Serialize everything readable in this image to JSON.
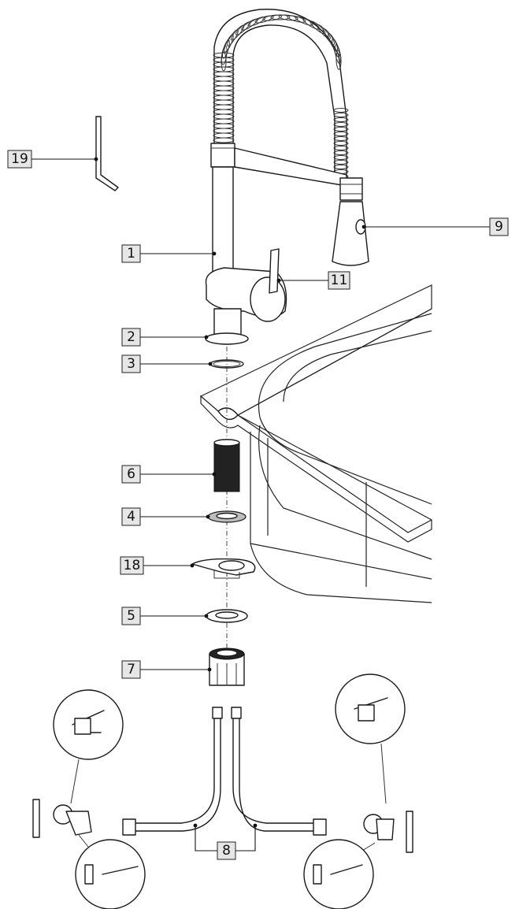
{
  "diagram": {
    "callouts": [
      {
        "id": "19",
        "label": "19"
      },
      {
        "id": "1",
        "label": "1"
      },
      {
        "id": "11",
        "label": "11"
      },
      {
        "id": "9",
        "label": "9"
      },
      {
        "id": "2",
        "label": "2"
      },
      {
        "id": "3",
        "label": "3"
      },
      {
        "id": "6",
        "label": "6"
      },
      {
        "id": "4",
        "label": "4"
      },
      {
        "id": "18",
        "label": "18"
      },
      {
        "id": "5",
        "label": "5"
      },
      {
        "id": "7",
        "label": "7"
      },
      {
        "id": "8",
        "label": "8"
      }
    ]
  }
}
